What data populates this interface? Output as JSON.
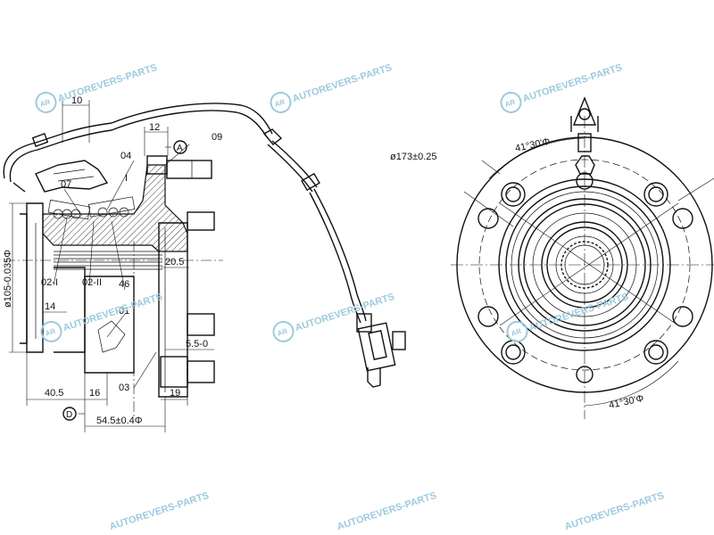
{
  "watermark": {
    "text": "AUTOREVERS-PARTS",
    "logo": "AR"
  },
  "labels": {
    "part_07": "07",
    "part_04": "04",
    "part_09": "09",
    "part_02_I": "02-I",
    "part_02_II": "02-II",
    "part_46": "46",
    "part_01": "01",
    "part_03": "03",
    "datum_a": "A",
    "datum_d": "D",
    "section_mark": "I"
  },
  "dimensions": {
    "d_10": "10",
    "d_12": "12",
    "d_20_5": "20.5",
    "d_14": "14",
    "d_5_5": "5.5-0",
    "d_40_5": "40.5",
    "d_16": "16",
    "d_19": "19",
    "d_54_5": "54.5±0.4Φ",
    "d_105": "ø105-0.035Φ",
    "d_173": "ø173±0.25",
    "angle_top": "41°30'Φ",
    "angle_bottom": "41°30'Φ"
  }
}
